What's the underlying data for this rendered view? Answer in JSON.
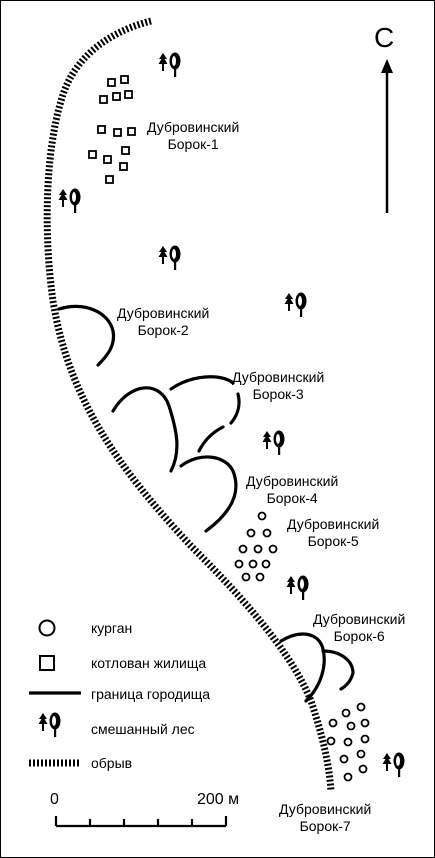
{
  "north_label": "С",
  "sites": [
    {
      "line1": "Дубровинский",
      "line2": "Борок-1"
    },
    {
      "line1": "Дубровинский",
      "line2": "Борок-2"
    },
    {
      "line1": "Дубровинский",
      "line2": "Борок-3"
    },
    {
      "line1": "Дубровинский",
      "line2": "Борок-4"
    },
    {
      "line1": "Дубровинский",
      "line2": "Борок-5"
    },
    {
      "line1": "Дубровинский",
      "line2": "Борок-6"
    },
    {
      "line1": "Дубровинский",
      "line2": "Борок-7"
    }
  ],
  "legend": {
    "kurgan": "курган",
    "pit": "котлован жилища",
    "border": "граница городища",
    "forest": "смешанный лес",
    "cliff": "обрыв"
  },
  "scale": {
    "start": "0",
    "end": "200 м"
  },
  "colors": {
    "ink": "#000000",
    "background": "#ffffff"
  }
}
